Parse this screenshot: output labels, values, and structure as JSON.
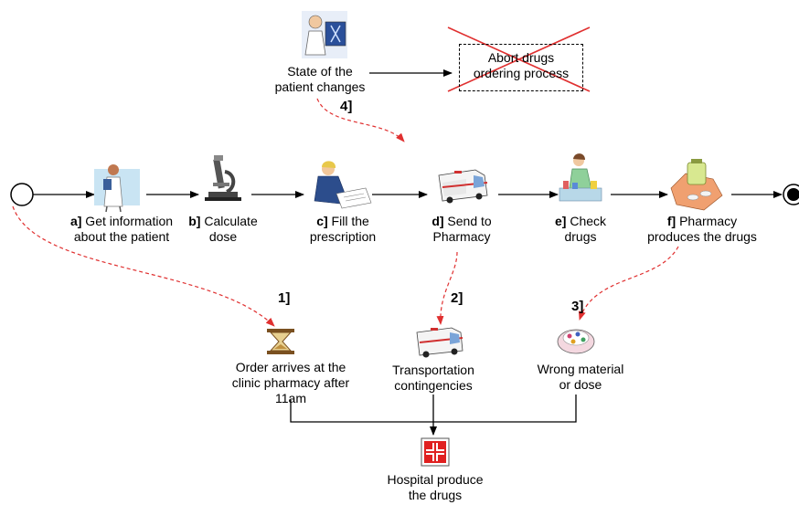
{
  "steps": {
    "a": {
      "letter": "a]",
      "line1": " Get information",
      "line2": "about the patient"
    },
    "b": {
      "letter": "b]",
      "line1": " Calculate",
      "line2": "dose"
    },
    "c": {
      "letter": "c]",
      "line1": " Fill the",
      "line2": "prescription"
    },
    "d": {
      "letter": "d]",
      "line1": " Send to",
      "line2": "Pharmacy"
    },
    "e": {
      "letter": "e]",
      "line1": " Check",
      "line2": "drugs"
    },
    "f": {
      "letter": "f]",
      "line1": " Pharmacy",
      "line2": "produces the drugs"
    }
  },
  "top": {
    "event_line1": "State of the",
    "event_line2": "patient changes",
    "abort_line1": "Abort drugs",
    "abort_line2": "ordering process",
    "number": "4]"
  },
  "exceptions": {
    "e1": {
      "number": "1]",
      "line1": "Order arrives at the",
      "line2": "clinic pharmacy after",
      "line3": "11am"
    },
    "e2": {
      "number": "2]",
      "line1": "Transportation",
      "line2": "contingencies"
    },
    "e3": {
      "number": "3]",
      "line1": "Wrong material",
      "line2": "or dose"
    }
  },
  "outcome": {
    "line1": "Hospital produce",
    "line2": "the drugs"
  },
  "colors": {
    "dashed_arrow": "#e03030",
    "cross": "#e03030",
    "hospital": "#e02020"
  }
}
